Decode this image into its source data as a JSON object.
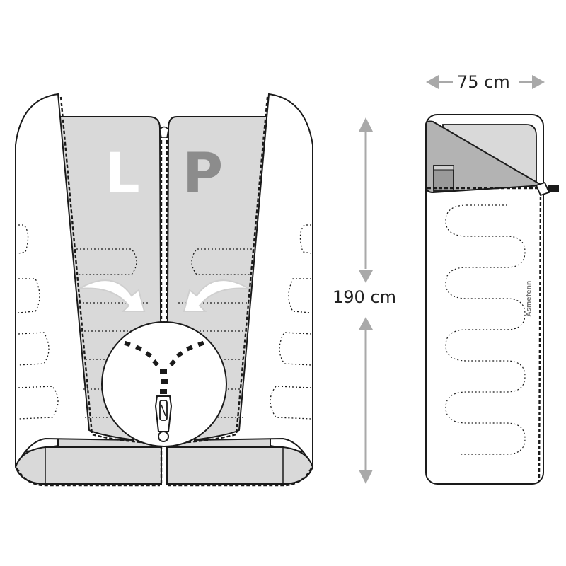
{
  "labels": {
    "left_letter": "L",
    "right_letter": "P",
    "length": "190 cm",
    "width": "75 cm",
    "brand": "Asmefenn"
  },
  "colors": {
    "panel_fill": "#d9d9d9",
    "outline": "#1a1a1a",
    "arrow_gray": "#a9a9a9",
    "flap_gray": "#b3b3b3",
    "letter_l": "#ffffff",
    "letter_p": "#8c8c8c"
  },
  "icons": [
    "zipper-slider-icon",
    "merge-arrow-left-icon",
    "merge-arrow-right-icon",
    "double-arrow-icon"
  ]
}
